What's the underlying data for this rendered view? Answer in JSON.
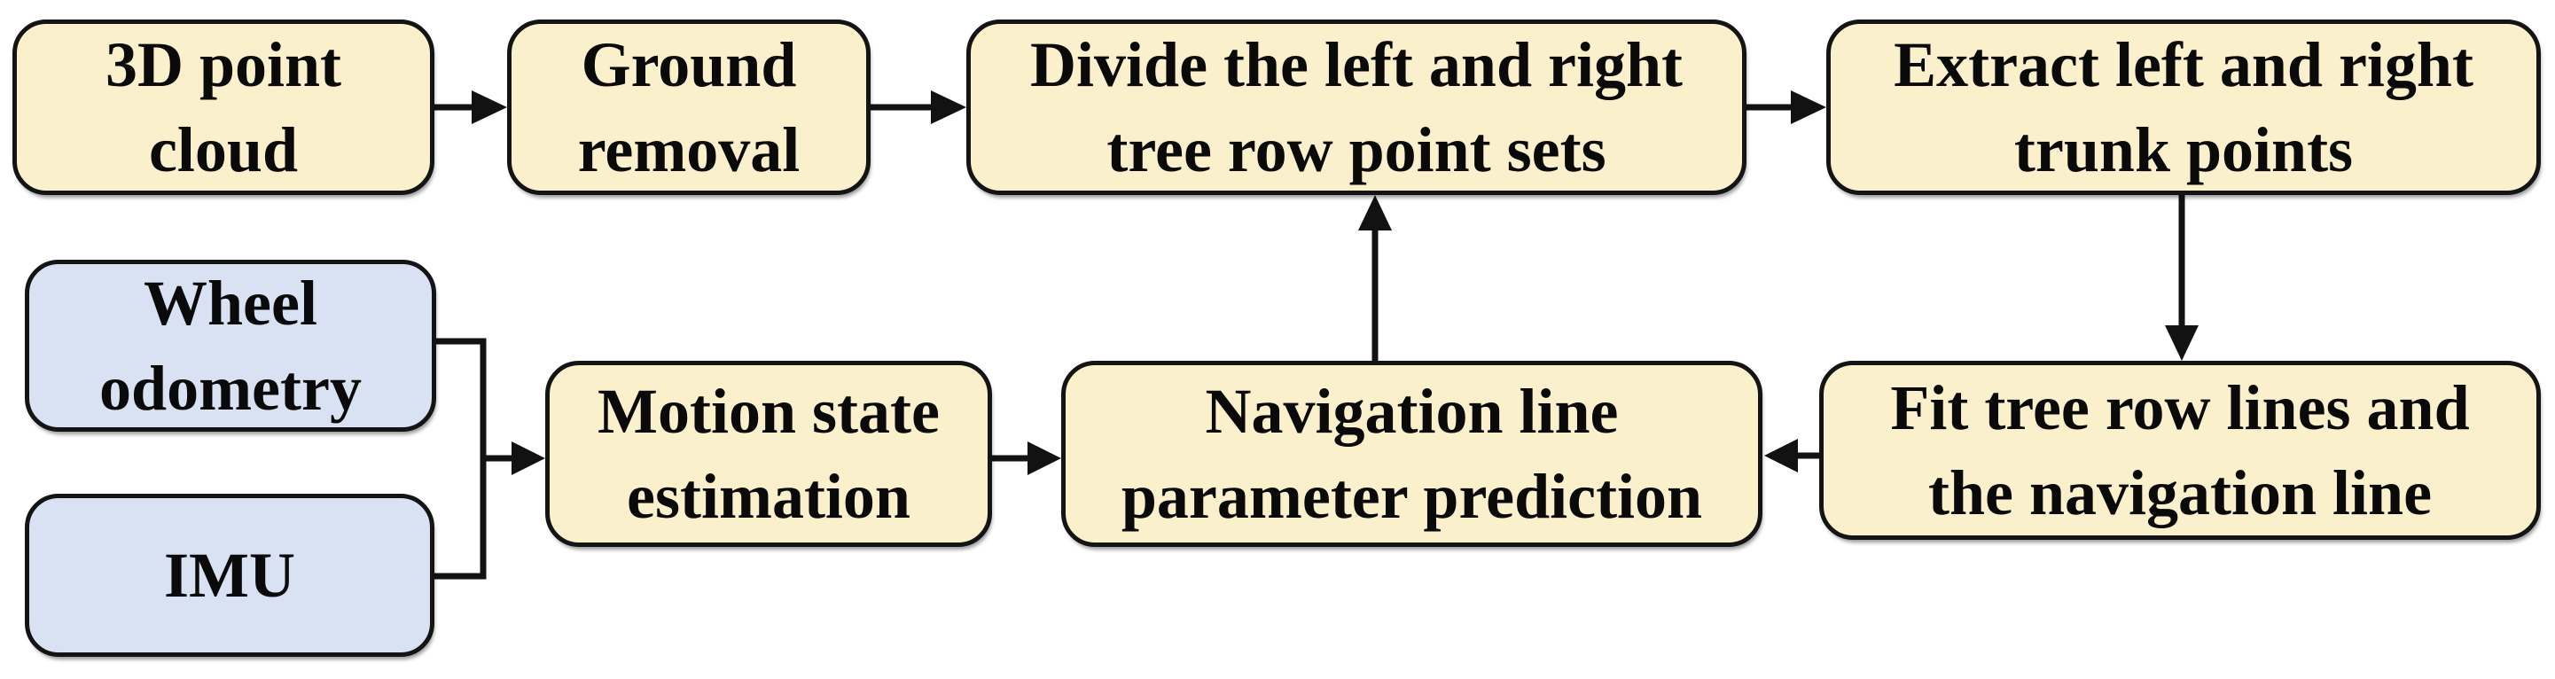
{
  "diagram": {
    "type": "flowchart",
    "background": "#FFFFFF",
    "nodes": [
      {
        "id": "3d-point-cloud",
        "kind": "process",
        "label": "3D point cloud",
        "lines": [
          "3D point",
          "cloud"
        ]
      },
      {
        "id": "ground-removal",
        "kind": "process",
        "label": "Ground removal",
        "lines": [
          "Ground",
          "removal"
        ]
      },
      {
        "id": "divide-tree-row-point-sets",
        "kind": "process",
        "label": "Divide the left and right tree row point sets",
        "lines": [
          "Divide the left and right",
          "tree row point sets"
        ]
      },
      {
        "id": "extract-trunk-points",
        "kind": "process",
        "label": "Extract left and right trunk points",
        "lines": [
          "Extract left and right",
          "trunk points"
        ]
      },
      {
        "id": "wheel-odometry",
        "kind": "sensor",
        "label": "Wheel odometry",
        "lines": [
          "Wheel",
          "odometry"
        ]
      },
      {
        "id": "imu",
        "kind": "sensor",
        "label": "IMU",
        "lines": [
          "IMU"
        ]
      },
      {
        "id": "motion-state-estimation",
        "kind": "process",
        "label": "Motion state estimation",
        "lines": [
          "Motion state",
          "estimation"
        ]
      },
      {
        "id": "navigation-line-parameter-prediction",
        "kind": "process",
        "label": "Navigation line parameter prediction",
        "lines": [
          "Navigation line",
          "parameter prediction"
        ]
      },
      {
        "id": "fit-tree-row-lines",
        "kind": "process",
        "label": "Fit tree row lines and the navigation line",
        "lines": [
          "Fit tree row lines and",
          "the navigation line"
        ]
      }
    ],
    "edges": [
      {
        "from": "3d-point-cloud",
        "to": "ground-removal"
      },
      {
        "from": "ground-removal",
        "to": "divide-tree-row-point-sets"
      },
      {
        "from": "divide-tree-row-point-sets",
        "to": "extract-trunk-points"
      },
      {
        "from": "extract-trunk-points",
        "to": "fit-tree-row-lines"
      },
      {
        "from": "fit-tree-row-lines",
        "to": "navigation-line-parameter-prediction"
      },
      {
        "from": "wheel-odometry",
        "to": "motion-state-estimation"
      },
      {
        "from": "imu",
        "to": "motion-state-estimation"
      },
      {
        "from": "motion-state-estimation",
        "to": "navigation-line-parameter-prediction"
      },
      {
        "from": "navigation-line-parameter-prediction",
        "to": "divide-tree-row-point-sets"
      }
    ],
    "colors": {
      "process_fill": "#FBF0CC",
      "sensor_fill": "#D8E2F2",
      "border": "#141414",
      "arrow": "#121212",
      "text": "#0A0A0A",
      "background": "#FFFFFF"
    }
  }
}
